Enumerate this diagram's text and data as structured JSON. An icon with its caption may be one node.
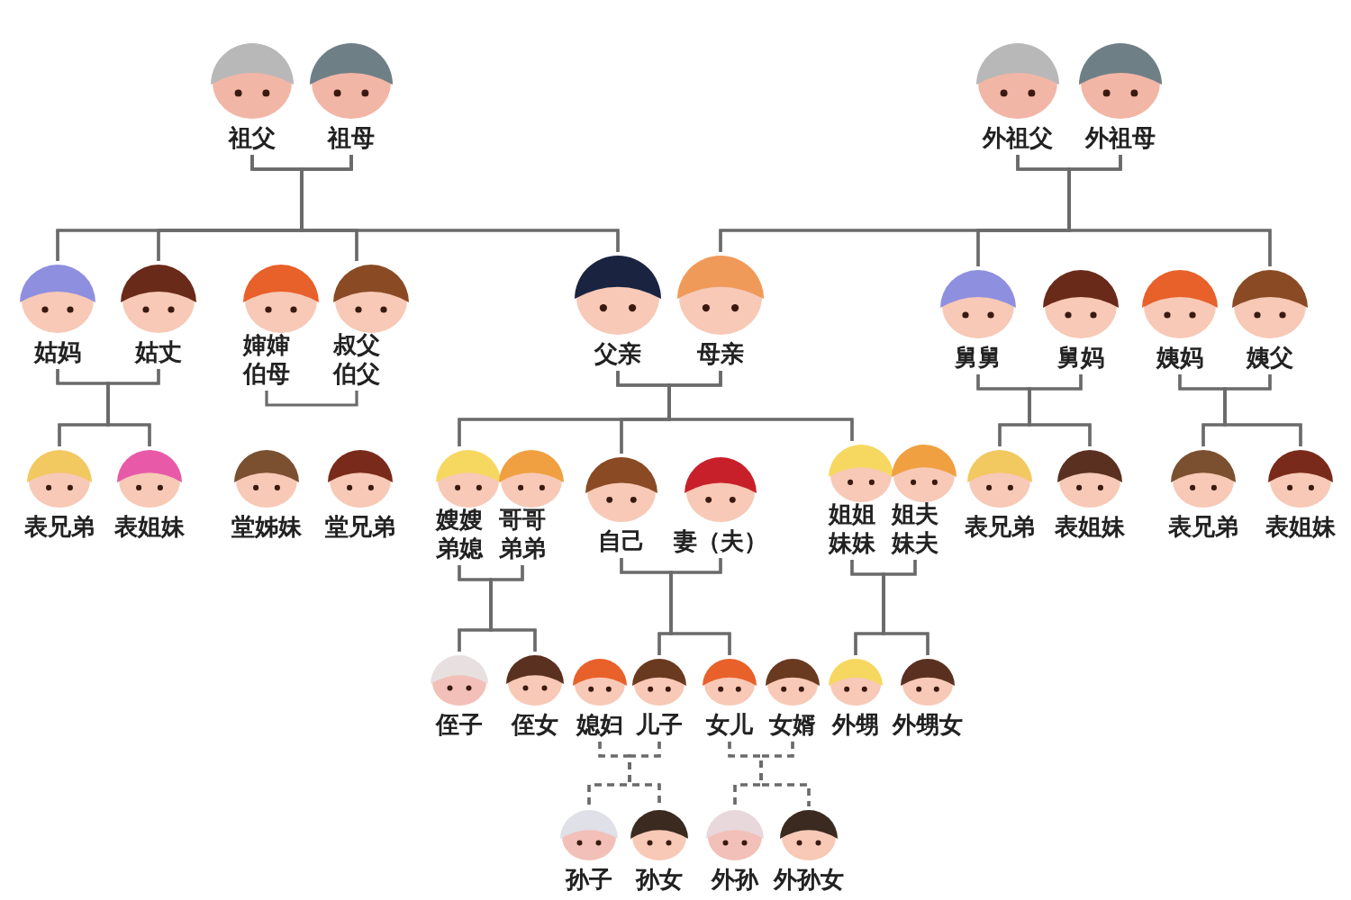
{
  "diagram": {
    "nodes": [
      {
        "text": [
          "祖父"
        ]
      },
      {
        "text": [
          "祖母"
        ]
      },
      {
        "text": [
          "外祖父"
        ]
      },
      {
        "text": [
          "外祖母"
        ]
      },
      {
        "text": [
          "姑妈"
        ]
      },
      {
        "text": [
          "姑丈"
        ]
      },
      {
        "text": [
          "婶婶伯母"
        ]
      },
      {
        "text": [
          "叔父伯父"
        ]
      },
      {
        "text": [
          "父亲"
        ]
      },
      {
        "text": [
          "母亲"
        ]
      },
      {
        "text": [
          "舅舅"
        ]
      },
      {
        "text": [
          "舅妈"
        ]
      },
      {
        "text": [
          "姨妈"
        ]
      },
      {
        "text": [
          "姨父"
        ]
      },
      {
        "text": [
          "表兄弟"
        ]
      },
      {
        "text": [
          "表姐妹"
        ]
      },
      {
        "text": [
          "堂姊妹"
        ]
      },
      {
        "text": [
          "堂兄弟"
        ]
      },
      {
        "text": [
          "嫂嫂弟媳"
        ]
      },
      {
        "text": [
          "哥哥弟弟"
        ]
      },
      {
        "text": [
          "自己"
        ]
      },
      {
        "text": [
          "妻（夫）"
        ]
      },
      {
        "text": [
          "姐姐妹妹"
        ]
      },
      {
        "text": [
          "姐夫妹夫"
        ]
      },
      {
        "text": [
          "表兄弟"
        ]
      },
      {
        "text": [
          "表姐妹"
        ]
      },
      {
        "text": [
          "表兄弟"
        ]
      },
      {
        "text": [
          "表姐妹"
        ]
      },
      {
        "text": [
          "侄子"
        ]
      },
      {
        "text": [
          "侄女"
        ]
      },
      {
        "text": [
          "媳妇"
        ]
      },
      {
        "text": [
          "儿子"
        ]
      },
      {
        "text": [
          "女儿"
        ]
      },
      {
        "text": [
          "女婿"
        ]
      },
      {
        "text": [
          "外甥"
        ]
      },
      {
        "text": [
          "外甥女"
        ]
      },
      {
        "text": [
          "孙子"
        ]
      },
      {
        "text": [
          "孙女"
        ]
      },
      {
        "text": [
          "外孙"
        ]
      },
      {
        "text": [
          "外孙女"
        ]
      }
    ],
    "edges": [
      {
        "from": 0,
        "to": 4,
        "arrow": "none"
      },
      {
        "from": 1,
        "to": 4,
        "arrow": "none"
      },
      {
        "from": 0,
        "to": 5,
        "arrow": "none"
      },
      {
        "from": 1,
        "to": 5,
        "arrow": "none"
      },
      {
        "from": 0,
        "to": 7,
        "arrow": "none"
      },
      {
        "from": 1,
        "to": 7,
        "arrow": "none"
      },
      {
        "from": 0,
        "to": 8,
        "arrow": "none"
      },
      {
        "from": 1,
        "to": 8,
        "arrow": "none"
      },
      {
        "from": 2,
        "to": 9,
        "arrow": "none"
      },
      {
        "from": 3,
        "to": 9,
        "arrow": "none"
      },
      {
        "from": 2,
        "to": 10,
        "arrow": "none"
      },
      {
        "from": 3,
        "to": 10,
        "arrow": "none"
      },
      {
        "from": 2,
        "to": 13,
        "arrow": "none"
      },
      {
        "from": 3,
        "to": 13,
        "arrow": "none"
      },
      {
        "from": 4,
        "to": 14,
        "arrow": "none"
      },
      {
        "from": 5,
        "to": 14,
        "arrow": "none"
      },
      {
        "from": 4,
        "to": 15,
        "arrow": "none"
      },
      {
        "from": 5,
        "to": 15,
        "arrow": "none"
      },
      {
        "from": 6,
        "to": 7,
        "arrow": "none"
      },
      {
        "from": 8,
        "to": 18,
        "arrow": "none"
      },
      {
        "from": 9,
        "to": 18,
        "arrow": "none"
      },
      {
        "from": 8,
        "to": 20,
        "arrow": "none"
      },
      {
        "from": 9,
        "to": 20,
        "arrow": "none"
      },
      {
        "from": 8,
        "to": 22,
        "arrow": "none"
      },
      {
        "from": 9,
        "to": 22,
        "arrow": "none"
      },
      {
        "from": 10,
        "to": 24,
        "arrow": "none"
      },
      {
        "from": 11,
        "to": 24,
        "arrow": "none"
      },
      {
        "from": 10,
        "to": 25,
        "arrow": "none"
      },
      {
        "from": 11,
        "to": 25,
        "arrow": "none"
      },
      {
        "from": 12,
        "to": 26,
        "arrow": "none"
      },
      {
        "from": 13,
        "to": 26,
        "arrow": "none"
      },
      {
        "from": 12,
        "to": 27,
        "arrow": "none"
      },
      {
        "from": 13,
        "to": 27,
        "arrow": "none"
      },
      {
        "from": 18,
        "to": 28,
        "arrow": "none"
      },
      {
        "from": 19,
        "to": 28,
        "arrow": "none"
      },
      {
        "from": 18,
        "to": 29,
        "arrow": "none"
      },
      {
        "from": 19,
        "to": 29,
        "arrow": "none"
      },
      {
        "from": 20,
        "to": 31,
        "arrow": "none"
      },
      {
        "from": 21,
        "to": 31,
        "arrow": "none"
      },
      {
        "from": 20,
        "to": 32,
        "arrow": "none"
      },
      {
        "from": 21,
        "to": 32,
        "arrow": "none"
      },
      {
        "from": 22,
        "to": 34,
        "arrow": "none"
      },
      {
        "from": 23,
        "to": 34,
        "arrow": "none"
      },
      {
        "from": 22,
        "to": 35,
        "arrow": "none"
      },
      {
        "from": 23,
        "to": 35,
        "arrow": "none"
      },
      {
        "from": 30,
        "to": 36,
        "arrow": "none",
        "style": "dashed"
      },
      {
        "from": 31,
        "to": 36,
        "arrow": "none",
        "style": "dashed"
      },
      {
        "from": 30,
        "to": 37,
        "arrow": "none",
        "style": "dashed"
      },
      {
        "from": 31,
        "to": 37,
        "arrow": "none",
        "style": "dashed"
      },
      {
        "from": 32,
        "to": 38,
        "arrow": "none",
        "style": "dashed"
      },
      {
        "from": 33,
        "to": 38,
        "arrow": "none",
        "style": "dashed"
      },
      {
        "from": 32,
        "to": 39,
        "arrow": "none",
        "style": "dashed"
      },
      {
        "from": 33,
        "to": 39,
        "arrow": "none",
        "style": "dashed"
      }
    ]
  }
}
